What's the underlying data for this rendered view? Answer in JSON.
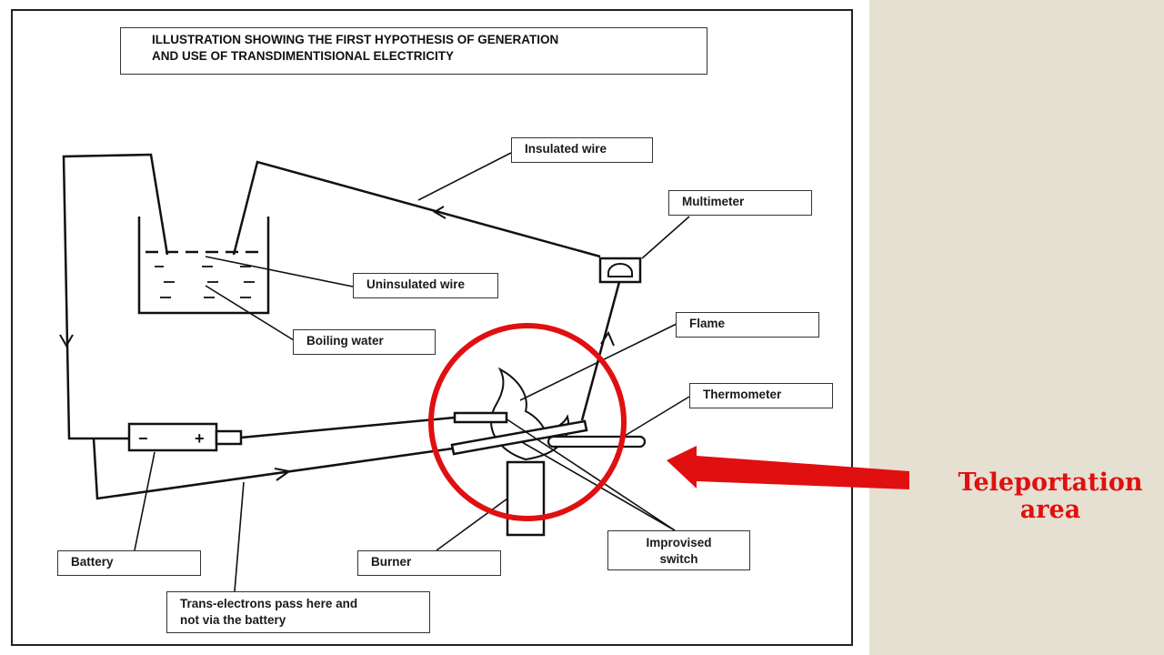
{
  "title": {
    "line1": "ILLUSTRATION SHOWING THE FIRST HYPOTHESIS OF GENERATION",
    "line2": "AND USE OF TRANSDIMENTISIONAL ELECTRICITY"
  },
  "labels": {
    "insulated_wire": "Insulated wire",
    "multimeter": "Multimeter",
    "uninsulated_wire": "Uninsulated wire",
    "boiling_water": "Boiling water",
    "flame": "Flame",
    "thermometer": "Thermometer",
    "improvised_switch_1": "Improvised",
    "improvised_switch_2": "switch",
    "battery": "Battery",
    "burner": "Burner",
    "trans_electrons_1": "Trans-electrons pass here and",
    "trans_electrons_2": "not via the battery"
  },
  "battery_signs": {
    "minus": "−",
    "plus": "+"
  },
  "annotation": {
    "line1": "Teleportation",
    "line2": "area"
  },
  "colors": {
    "highlight": "#e01010",
    "line": "#111111",
    "side_panel": "#e6e0d2"
  }
}
